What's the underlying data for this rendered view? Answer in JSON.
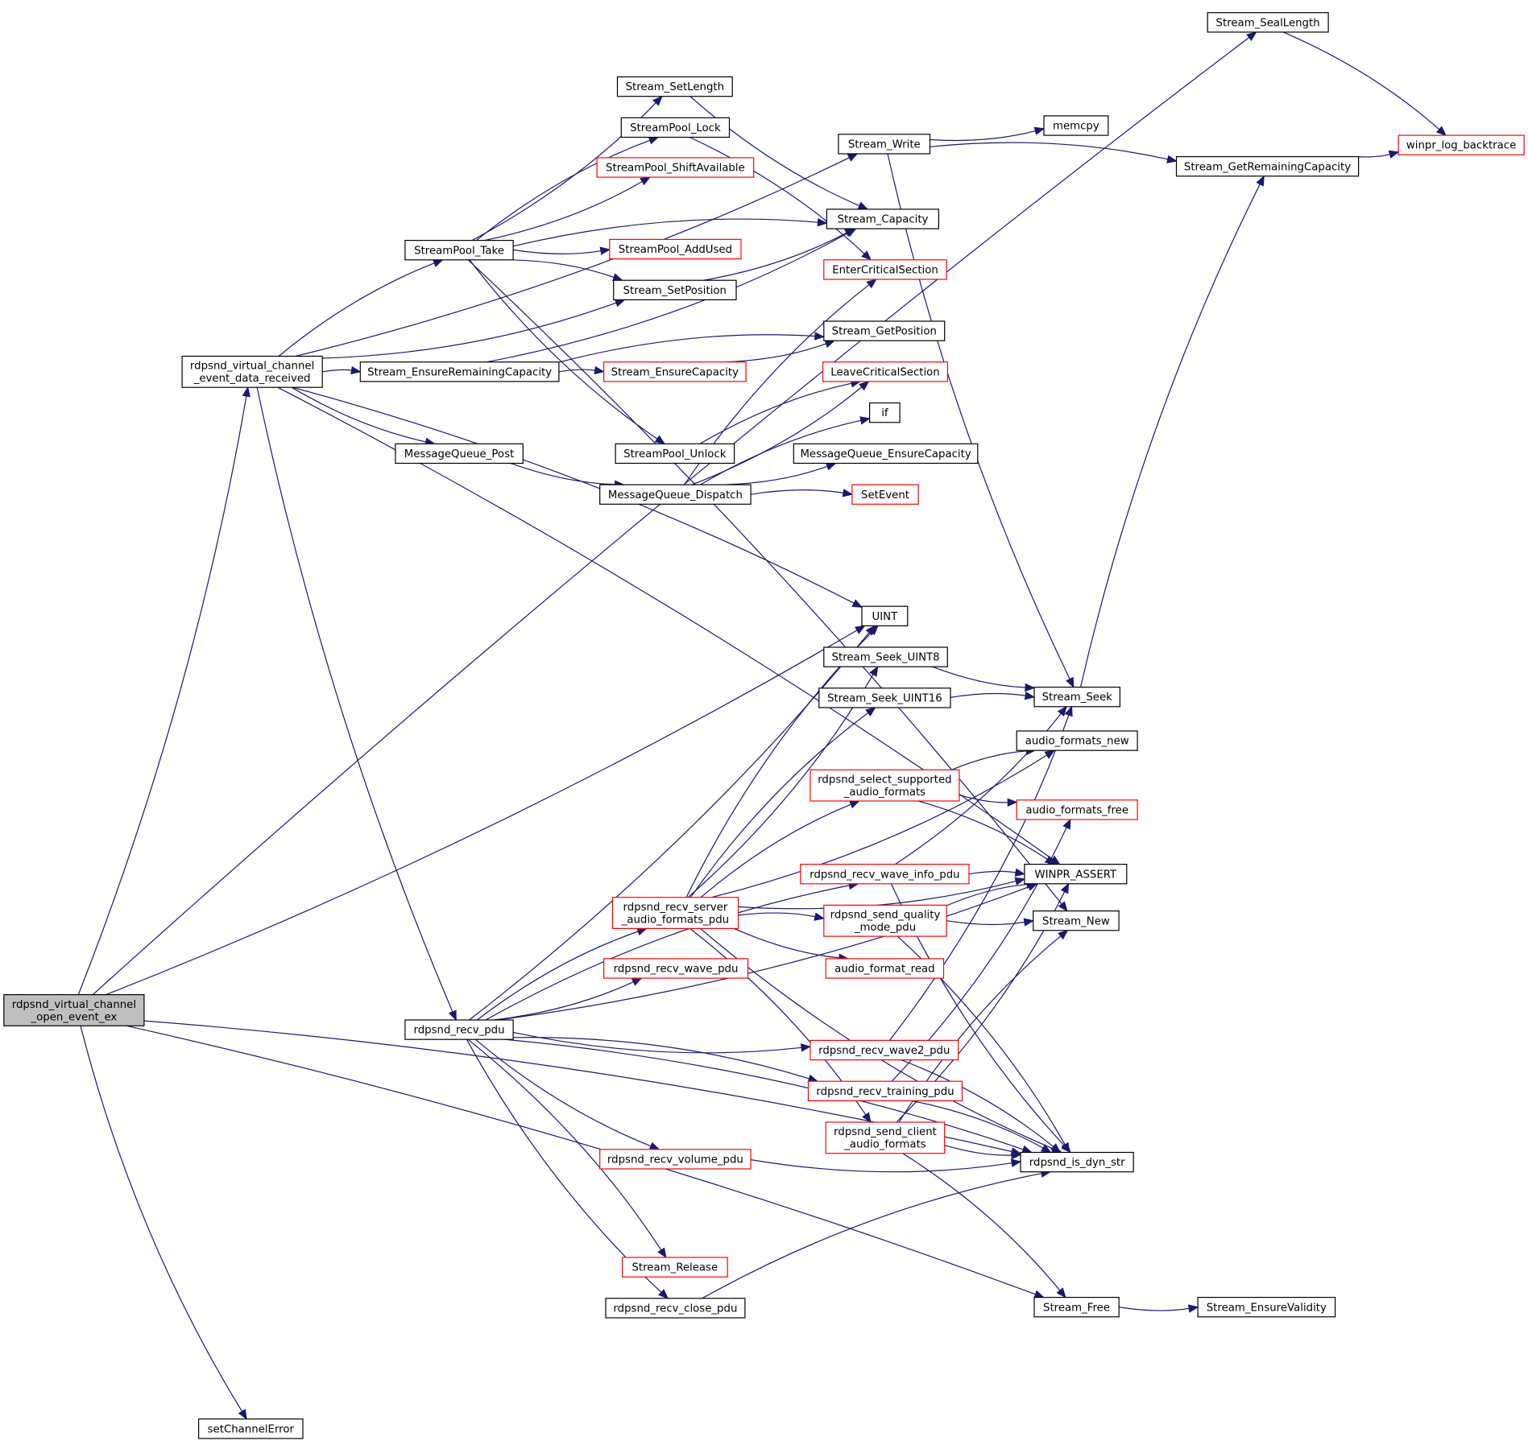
{
  "colors": {
    "edge": "#191970",
    "node_border": "#000000",
    "node_border_undocumented": "#ff0000",
    "node_fill": "#ffffff",
    "node_fill_focus": "#bfbfbf"
  },
  "nodes": [
    {
      "id": "open_event_ex",
      "lines": [
        "rdpsnd_virtual_channel",
        "_open_event_ex"
      ],
      "style": "focus"
    },
    {
      "id": "event_data_received",
      "lines": [
        "rdpsnd_virtual_channel",
        "_event_data_received"
      ],
      "style": "normal"
    },
    {
      "id": "setChannelError",
      "lines": [
        "setChannelError"
      ],
      "style": "normal"
    },
    {
      "id": "rdpsnd_recv_pdu",
      "lines": [
        "rdpsnd_recv_pdu"
      ],
      "style": "normal"
    },
    {
      "id": "StreamPool_Take",
      "lines": [
        "StreamPool_Take"
      ],
      "style": "normal"
    },
    {
      "id": "Stream_EnsureRemainingCapacity",
      "lines": [
        "Stream_EnsureRemainingCapacity"
      ],
      "style": "normal"
    },
    {
      "id": "MessageQueue_Post",
      "lines": [
        "MessageQueue_Post"
      ],
      "style": "normal"
    },
    {
      "id": "Stream_SetLength",
      "lines": [
        "Stream_SetLength"
      ],
      "style": "normal"
    },
    {
      "id": "StreamPool_Lock",
      "lines": [
        "StreamPool_Lock"
      ],
      "style": "normal"
    },
    {
      "id": "StreamPool_ShiftAvailable",
      "lines": [
        "StreamPool_ShiftAvailable"
      ],
      "style": "red"
    },
    {
      "id": "StreamPool_AddUsed",
      "lines": [
        "StreamPool_AddUsed"
      ],
      "style": "red"
    },
    {
      "id": "Stream_SetPosition",
      "lines": [
        "Stream_SetPosition"
      ],
      "style": "normal"
    },
    {
      "id": "Stream_EnsureCapacity",
      "lines": [
        "Stream_EnsureCapacity"
      ],
      "style": "red"
    },
    {
      "id": "StreamPool_Unlock",
      "lines": [
        "StreamPool_Unlock"
      ],
      "style": "normal"
    },
    {
      "id": "MessageQueue_Dispatch",
      "lines": [
        "MessageQueue_Dispatch"
      ],
      "style": "normal"
    },
    {
      "id": "Stream_Write",
      "lines": [
        "Stream_Write"
      ],
      "style": "normal"
    },
    {
      "id": "Stream_Capacity",
      "lines": [
        "Stream_Capacity"
      ],
      "style": "normal"
    },
    {
      "id": "EnterCriticalSection",
      "lines": [
        "EnterCriticalSection"
      ],
      "style": "red"
    },
    {
      "id": "Stream_GetPosition",
      "lines": [
        "Stream_GetPosition"
      ],
      "style": "normal"
    },
    {
      "id": "LeaveCriticalSection",
      "lines": [
        "LeaveCriticalSection"
      ],
      "style": "red"
    },
    {
      "id": "if",
      "lines": [
        "if"
      ],
      "style": "normal"
    },
    {
      "id": "MessageQueue_EnsureCapacity",
      "lines": [
        "MessageQueue_EnsureCapacity"
      ],
      "style": "normal"
    },
    {
      "id": "SetEvent",
      "lines": [
        "SetEvent"
      ],
      "style": "red"
    },
    {
      "id": "UINT",
      "lines": [
        "UINT"
      ],
      "style": "normal"
    },
    {
      "id": "Stream_Seek_UINT8",
      "lines": [
        "Stream_Seek_UINT8"
      ],
      "style": "normal"
    },
    {
      "id": "Stream_Seek_UINT16",
      "lines": [
        "Stream_Seek_UINT16"
      ],
      "style": "normal"
    },
    {
      "id": "Stream_SealLength",
      "lines": [
        "Stream_SealLength"
      ],
      "style": "normal"
    },
    {
      "id": "memcpy",
      "lines": [
        "memcpy"
      ],
      "style": "normal"
    },
    {
      "id": "Stream_GetRemainingCapacity",
      "lines": [
        "Stream_GetRemainingCapacity"
      ],
      "style": "normal"
    },
    {
      "id": "winpr_log_backtrace",
      "lines": [
        "winpr_log_backtrace"
      ],
      "style": "red"
    },
    {
      "id": "Stream_Seek",
      "lines": [
        "Stream_Seek"
      ],
      "style": "normal"
    },
    {
      "id": "audio_formats_new",
      "lines": [
        "audio_formats_new"
      ],
      "style": "normal"
    },
    {
      "id": "audio_formats_free",
      "lines": [
        "audio_formats_free"
      ],
      "style": "red"
    },
    {
      "id": "WINPR_ASSERT",
      "lines": [
        "WINPR_ASSERT"
      ],
      "style": "normal"
    },
    {
      "id": "Stream_New",
      "lines": [
        "Stream_New"
      ],
      "style": "normal"
    },
    {
      "id": "rdpsnd_is_dyn_str",
      "lines": [
        "rdpsnd_is_dyn_str"
      ],
      "style": "normal"
    },
    {
      "id": "Stream_Free",
      "lines": [
        "Stream_Free"
      ],
      "style": "normal"
    },
    {
      "id": "Stream_EnsureValidity",
      "lines": [
        "Stream_EnsureValidity"
      ],
      "style": "normal"
    },
    {
      "id": "rdpsnd_select_supported_audio_formats",
      "lines": [
        "rdpsnd_select_supported",
        "_audio_formats"
      ],
      "style": "red"
    },
    {
      "id": "rdpsnd_recv_wave_info_pdu",
      "lines": [
        "rdpsnd_recv_wave_info_pdu"
      ],
      "style": "red"
    },
    {
      "id": "rdpsnd_recv_server_audio_formats_pdu",
      "lines": [
        "rdpsnd_recv_server",
        "_audio_formats_pdu"
      ],
      "style": "red"
    },
    {
      "id": "rdpsnd_send_quality_mode_pdu",
      "lines": [
        "rdpsnd_send_quality",
        "_mode_pdu"
      ],
      "style": "red"
    },
    {
      "id": "audio_format_read",
      "lines": [
        "audio_format_read"
      ],
      "style": "red"
    },
    {
      "id": "rdpsnd_recv_wave_pdu",
      "lines": [
        "rdpsnd_recv_wave_pdu"
      ],
      "style": "red"
    },
    {
      "id": "rdpsnd_recv_wave2_pdu",
      "lines": [
        "rdpsnd_recv_wave2_pdu"
      ],
      "style": "red"
    },
    {
      "id": "rdpsnd_recv_training_pdu",
      "lines": [
        "rdpsnd_recv_training_pdu"
      ],
      "style": "red"
    },
    {
      "id": "rdpsnd_send_client_audio_formats",
      "lines": [
        "rdpsnd_send_client",
        "_audio_formats"
      ],
      "style": "red"
    },
    {
      "id": "rdpsnd_recv_volume_pdu",
      "lines": [
        "rdpsnd_recv_volume_pdu"
      ],
      "style": "red"
    },
    {
      "id": "Stream_Release",
      "lines": [
        "Stream_Release"
      ],
      "style": "red"
    },
    {
      "id": "rdpsnd_recv_close_pdu",
      "lines": [
        "rdpsnd_recv_close_pdu"
      ],
      "style": "normal"
    }
  ],
  "edges": [
    [
      "open_event_ex",
      "event_data_received"
    ],
    [
      "open_event_ex",
      "Stream_SealLength"
    ],
    [
      "open_event_ex",
      "UINT"
    ],
    [
      "open_event_ex",
      "rdpsnd_is_dyn_str"
    ],
    [
      "open_event_ex",
      "setChannelError"
    ],
    [
      "open_event_ex",
      "Stream_Free"
    ],
    [
      "event_data_received",
      "Stream_Write"
    ],
    [
      "event_data_received",
      "StreamPool_Take"
    ],
    [
      "event_data_received",
      "Stream_SetPosition"
    ],
    [
      "event_data_received",
      "Stream_EnsureRemainingCapacity"
    ],
    [
      "event_data_received",
      "MessageQueue_Post"
    ],
    [
      "event_data_received",
      "UINT"
    ],
    [
      "event_data_received",
      "rdpsnd_recv_pdu"
    ],
    [
      "event_data_received",
      "WINPR_ASSERT"
    ],
    [
      "StreamPool_Take",
      "Stream_SetLength"
    ],
    [
      "StreamPool_Take",
      "StreamPool_Lock"
    ],
    [
      "StreamPool_Take",
      "StreamPool_ShiftAvailable"
    ],
    [
      "StreamPool_Take",
      "Stream_Capacity"
    ],
    [
      "StreamPool_Take",
      "StreamPool_AddUsed"
    ],
    [
      "StreamPool_Take",
      "Stream_SetPosition"
    ],
    [
      "StreamPool_Take",
      "StreamPool_Unlock"
    ],
    [
      "StreamPool_Take",
      "Stream_New"
    ],
    [
      "Stream_SetLength",
      "Stream_Capacity"
    ],
    [
      "StreamPool_Lock",
      "EnterCriticalSection"
    ],
    [
      "Stream_SetPosition",
      "Stream_Capacity"
    ],
    [
      "Stream_EnsureRemainingCapacity",
      "Stream_EnsureCapacity"
    ],
    [
      "Stream_EnsureRemainingCapacity",
      "Stream_Capacity"
    ],
    [
      "Stream_EnsureRemainingCapacity",
      "Stream_GetPosition"
    ],
    [
      "Stream_EnsureCapacity",
      "Stream_GetPosition"
    ],
    [
      "StreamPool_Unlock",
      "LeaveCriticalSection"
    ],
    [
      "MessageQueue_Post",
      "MessageQueue_Dispatch"
    ],
    [
      "MessageQueue_Dispatch",
      "EnterCriticalSection"
    ],
    [
      "MessageQueue_Dispatch",
      "LeaveCriticalSection"
    ],
    [
      "MessageQueue_Dispatch",
      "if"
    ],
    [
      "MessageQueue_Dispatch",
      "MessageQueue_EnsureCapacity"
    ],
    [
      "MessageQueue_Dispatch",
      "SetEvent"
    ],
    [
      "Stream_Write",
      "memcpy"
    ],
    [
      "Stream_Write",
      "Stream_GetRemainingCapacity"
    ],
    [
      "Stream_Write",
      "Stream_Seek"
    ],
    [
      "Stream_SealLength",
      "winpr_log_backtrace"
    ],
    [
      "Stream_GetRemainingCapacity",
      "winpr_log_backtrace"
    ],
    [
      "Stream_Seek",
      "Stream_GetRemainingCapacity"
    ],
    [
      "Stream_Seek_UINT8",
      "Stream_Seek"
    ],
    [
      "Stream_Seek_UINT16",
      "Stream_Seek"
    ],
    [
      "rdpsnd_recv_pdu",
      "UINT"
    ],
    [
      "rdpsnd_recv_pdu",
      "rdpsnd_recv_server_audio_formats_pdu"
    ],
    [
      "rdpsnd_recv_pdu",
      "rdpsnd_recv_wave_pdu"
    ],
    [
      "rdpsnd_recv_pdu",
      "rdpsnd_recv_wave_info_pdu"
    ],
    [
      "rdpsnd_recv_pdu",
      "rdpsnd_recv_wave2_pdu"
    ],
    [
      "rdpsnd_recv_pdu",
      "rdpsnd_recv_training_pdu"
    ],
    [
      "rdpsnd_recv_pdu",
      "rdpsnd_recv_volume_pdu"
    ],
    [
      "rdpsnd_recv_pdu",
      "Stream_Release"
    ],
    [
      "rdpsnd_recv_pdu",
      "rdpsnd_recv_close_pdu"
    ],
    [
      "rdpsnd_recv_pdu",
      "rdpsnd_is_dyn_str"
    ],
    [
      "rdpsnd_recv_pdu",
      "WINPR_ASSERT"
    ],
    [
      "rdpsnd_recv_server_audio_formats_pdu",
      "UINT"
    ],
    [
      "rdpsnd_recv_server_audio_formats_pdu",
      "Stream_Seek_UINT8"
    ],
    [
      "rdpsnd_recv_server_audio_formats_pdu",
      "Stream_Seek_UINT16"
    ],
    [
      "rdpsnd_recv_server_audio_formats_pdu",
      "audio_formats_new"
    ],
    [
      "rdpsnd_recv_server_audio_formats_pdu",
      "rdpsnd_select_supported_audio_formats"
    ],
    [
      "rdpsnd_recv_server_audio_formats_pdu",
      "WINPR_ASSERT"
    ],
    [
      "rdpsnd_recv_server_audio_formats_pdu",
      "rdpsnd_send_quality_mode_pdu"
    ],
    [
      "rdpsnd_recv_server_audio_formats_pdu",
      "audio_format_read"
    ],
    [
      "rdpsnd_recv_server_audio_formats_pdu",
      "rdpsnd_send_client_audio_formats"
    ],
    [
      "rdpsnd_recv_server_audio_formats_pdu",
      "rdpsnd_is_dyn_str"
    ],
    [
      "rdpsnd_select_supported_audio_formats",
      "audio_formats_new"
    ],
    [
      "rdpsnd_select_supported_audio_formats",
      "audio_formats_free"
    ],
    [
      "rdpsnd_select_supported_audio_formats",
      "WINPR_ASSERT"
    ],
    [
      "rdpsnd_recv_wave_info_pdu",
      "Stream_Seek"
    ],
    [
      "rdpsnd_recv_wave_info_pdu",
      "WINPR_ASSERT"
    ],
    [
      "rdpsnd_recv_wave_info_pdu",
      "rdpsnd_is_dyn_str"
    ],
    [
      "rdpsnd_send_quality_mode_pdu",
      "WINPR_ASSERT"
    ],
    [
      "rdpsnd_send_quality_mode_pdu",
      "Stream_New"
    ],
    [
      "rdpsnd_send_quality_mode_pdu",
      "rdpsnd_is_dyn_str"
    ],
    [
      "rdpsnd_recv_wave2_pdu",
      "Stream_Seek"
    ],
    [
      "rdpsnd_recv_wave2_pdu",
      "rdpsnd_is_dyn_str"
    ],
    [
      "rdpsnd_recv_training_pdu",
      "audio_formats_free"
    ],
    [
      "rdpsnd_recv_training_pdu",
      "rdpsnd_is_dyn_str"
    ],
    [
      "rdpsnd_send_client_audio_formats",
      "WINPR_ASSERT"
    ],
    [
      "rdpsnd_send_client_audio_formats",
      "Stream_New"
    ],
    [
      "rdpsnd_send_client_audio_formats",
      "rdpsnd_is_dyn_str"
    ],
    [
      "rdpsnd_send_client_audio_formats",
      "Stream_Free"
    ],
    [
      "rdpsnd_recv_volume_pdu",
      "rdpsnd_is_dyn_str"
    ],
    [
      "rdpsnd_recv_close_pdu",
      "rdpsnd_is_dyn_str"
    ],
    [
      "Stream_Free",
      "Stream_EnsureValidity"
    ]
  ]
}
